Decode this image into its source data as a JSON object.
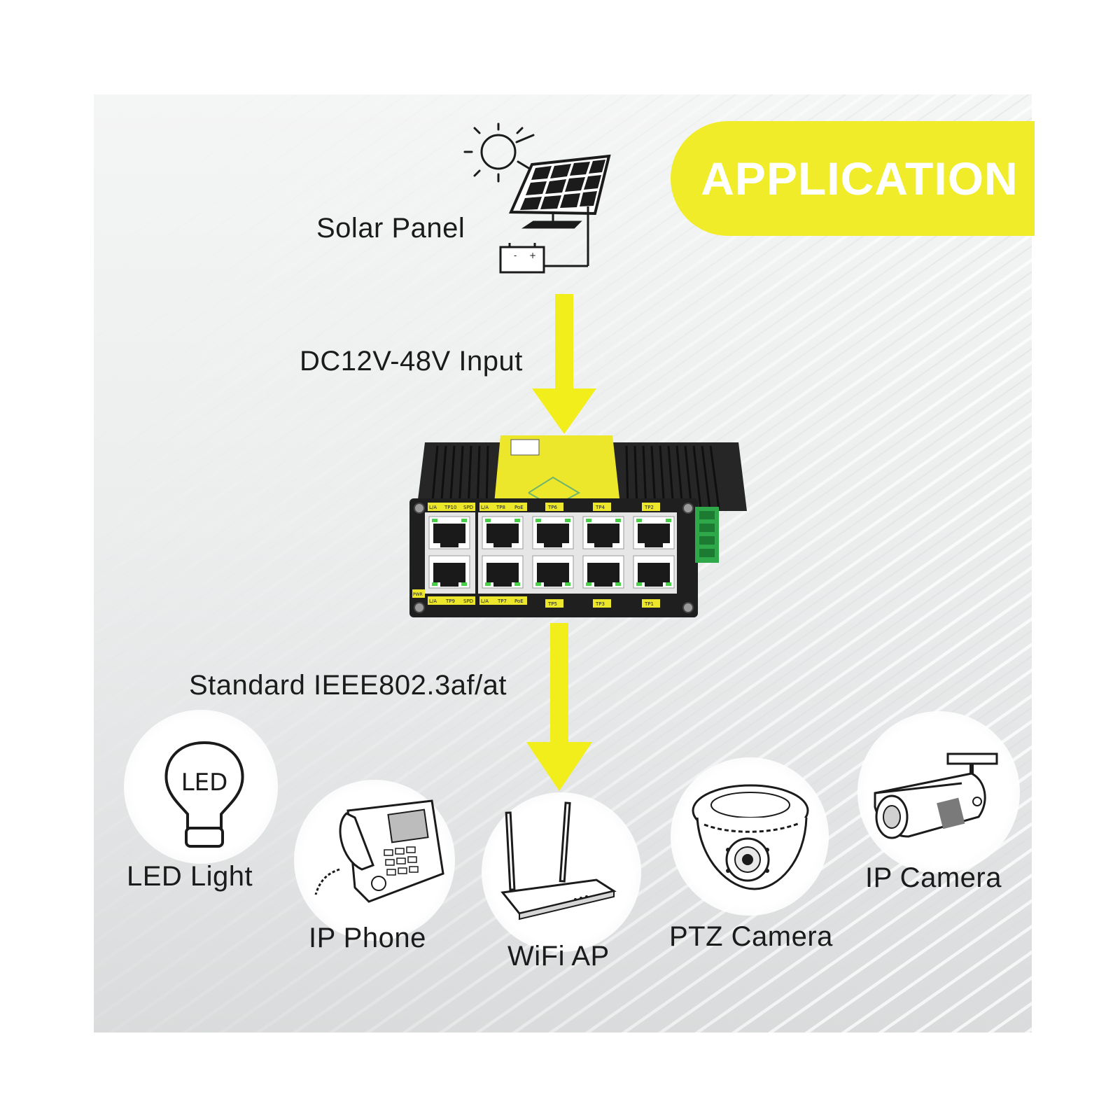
{
  "banner": {
    "title": "APPLICATION"
  },
  "source": {
    "label": "Solar Panel"
  },
  "input": {
    "label": "DC12V-48V Input"
  },
  "output": {
    "label": "Standard IEEE802.3af/at"
  },
  "switch": {
    "top_labels": [
      "L/A",
      "TP10",
      "SPD",
      "L/A",
      "TP8",
      "PoE",
      "TP6",
      "TP4",
      "TP2"
    ],
    "bottom_labels": [
      "PWR",
      "L/A",
      "TP9",
      "SPD",
      "L/A",
      "TP7",
      "PoE",
      "TP5",
      "TP3",
      "TP1"
    ],
    "icon_text": "LED"
  },
  "devices": [
    {
      "label": "LED Light"
    },
    {
      "label": "IP Phone"
    },
    {
      "label": "WiFi AP"
    },
    {
      "label": "PTZ Camera"
    },
    {
      "label": "IP Camera"
    }
  ],
  "colors": {
    "accent": "#f0ec2a",
    "arrow": "#f2ee1c",
    "switch_body": "#1f1f1f",
    "port_led": "#47d147"
  }
}
